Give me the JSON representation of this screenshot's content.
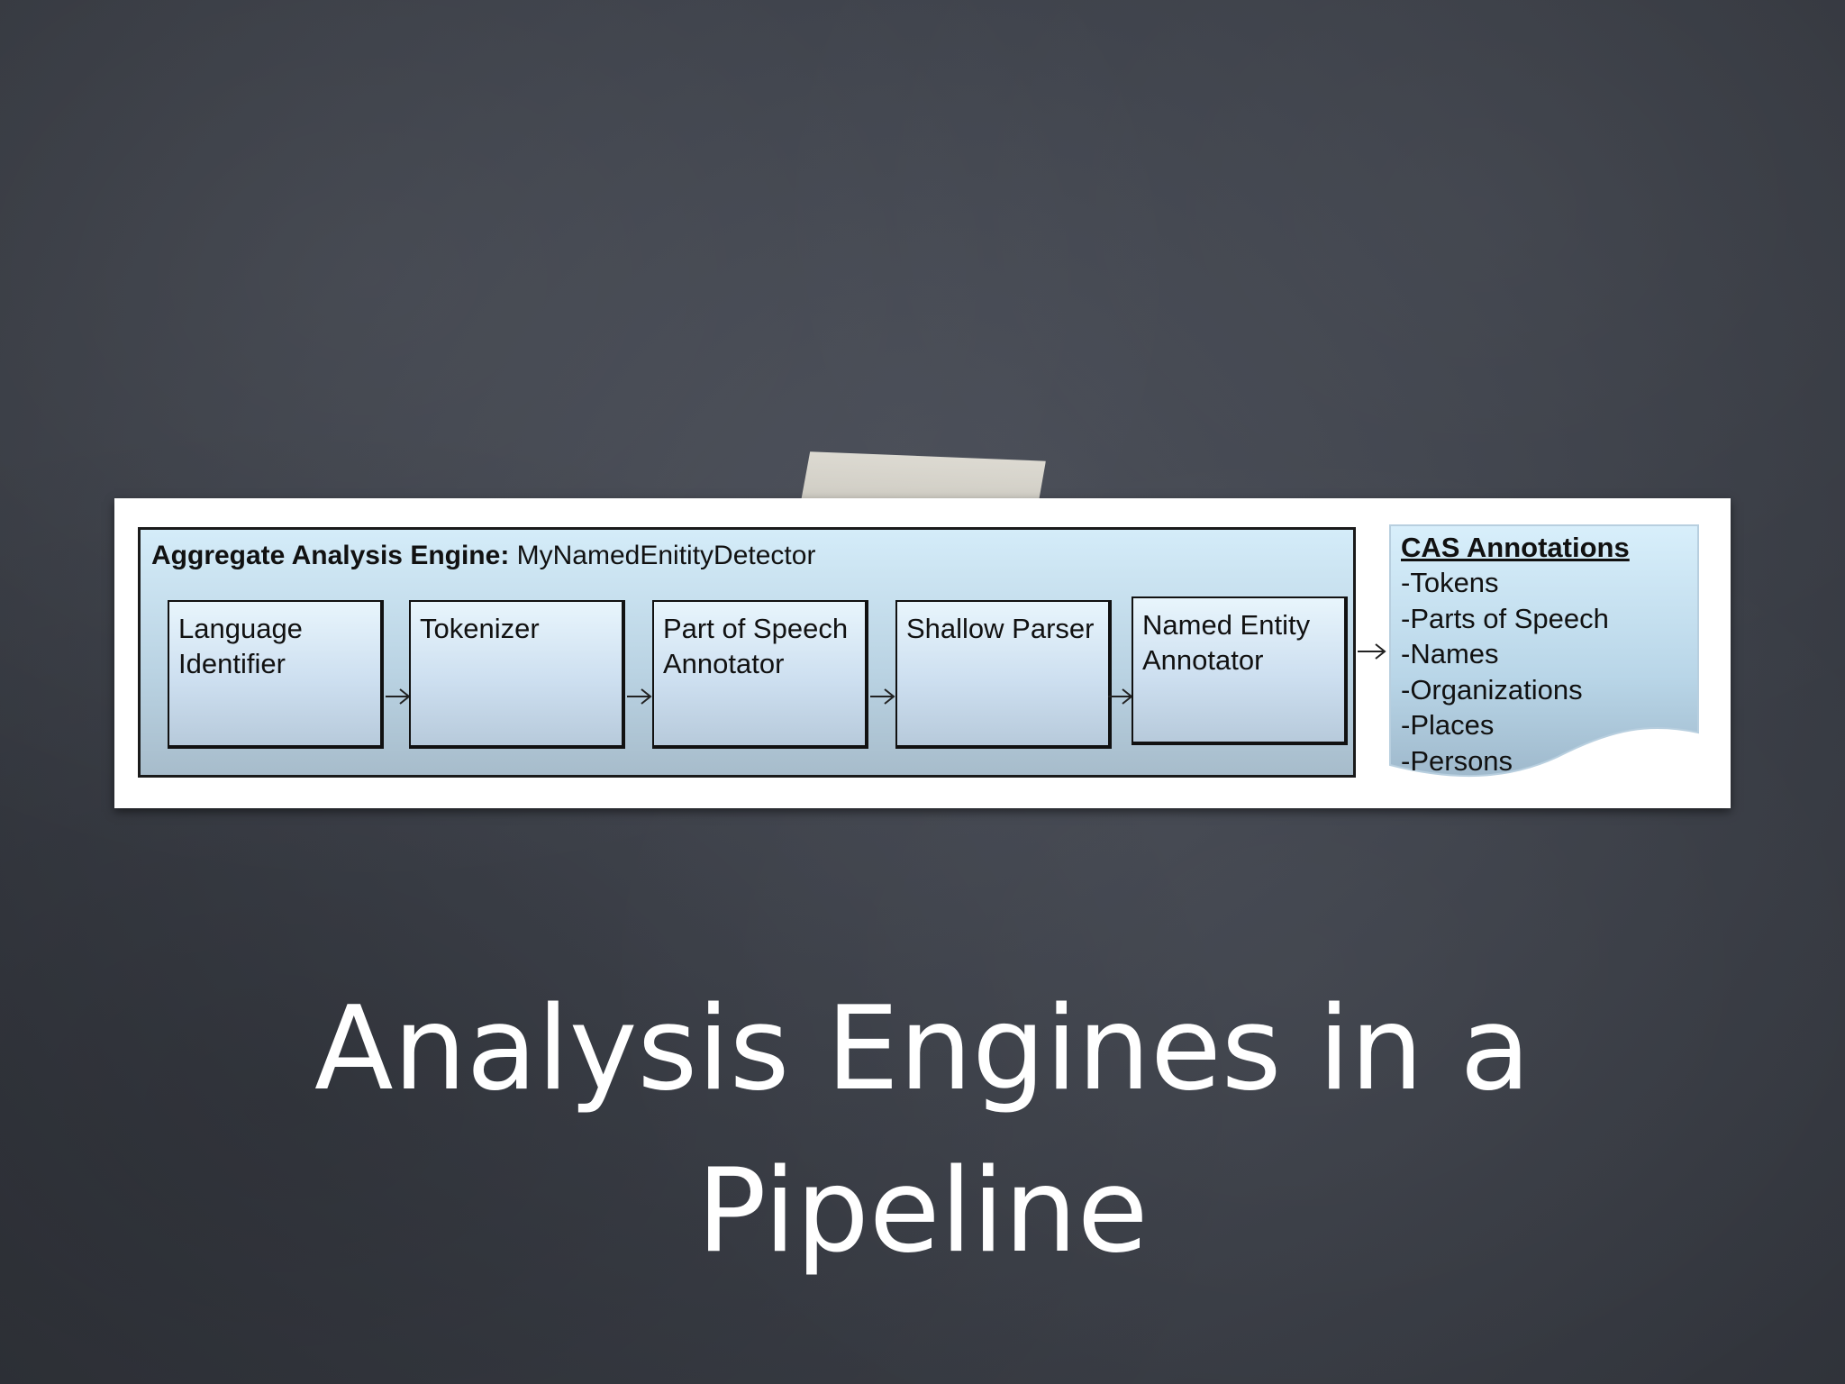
{
  "aggregate": {
    "title_bold": "Aggregate Analysis Engine:",
    "title_name": "MyNamedEnitityDetector"
  },
  "stages": [
    {
      "label": "Language\nIdentifier"
    },
    {
      "label": "Tokenizer"
    },
    {
      "label": "Part of Speech\nAnnotator"
    },
    {
      "label": "Shallow Parser"
    },
    {
      "label": "Named Entity\nAnnotator"
    }
  ],
  "cas": {
    "title": "CAS Annotations",
    "items": [
      "-Tokens",
      "-Parts of Speech",
      "-Names",
      "-Organizations",
      "-Places",
      "-Persons"
    ]
  },
  "slide": {
    "title": "Analysis Engines in a\nPipeline"
  }
}
